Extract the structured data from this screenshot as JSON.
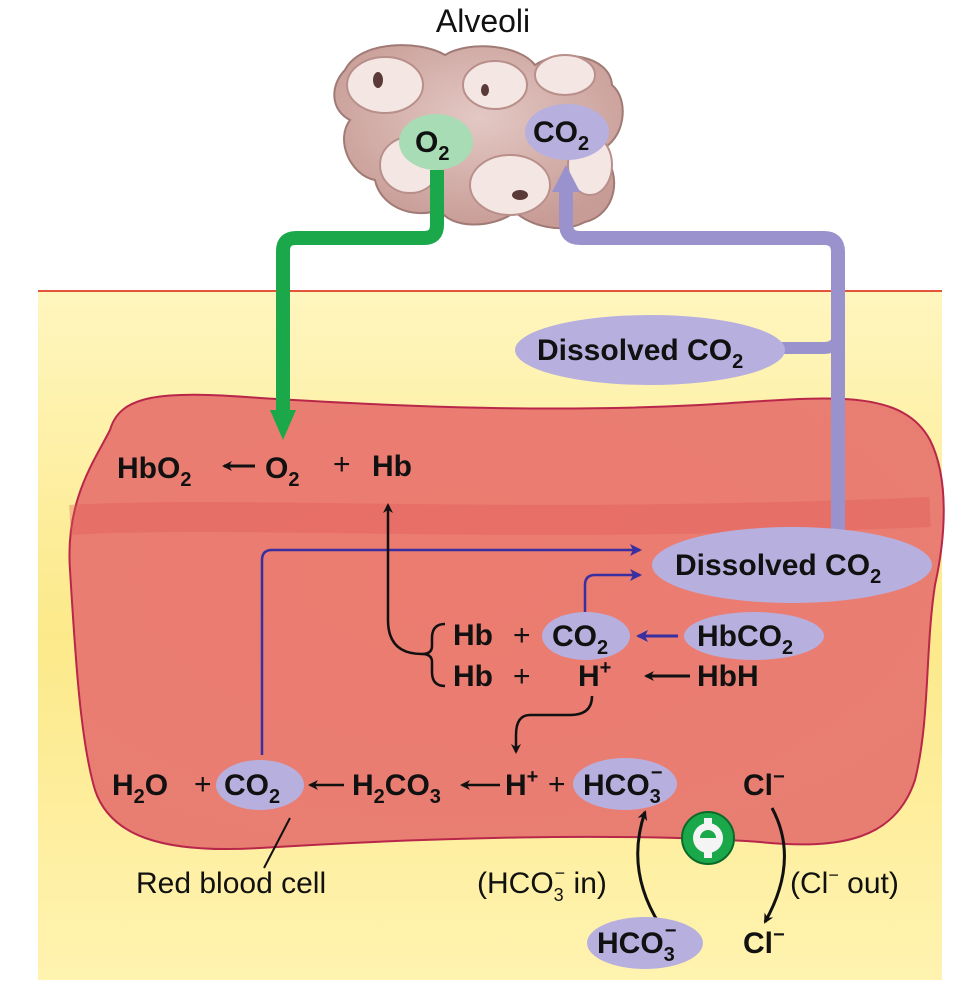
{
  "title": "Alveoli",
  "alveoli_labels": {
    "o2": "O",
    "o2_sub": "2",
    "co2": "CO",
    "co2_sub": "2"
  },
  "plasma": {
    "dissolved_co2": "Dissolved CO",
    "dissolved_co2_sub": "2"
  },
  "cell": {
    "hbo2": "HbO",
    "hbo2_sub": "2",
    "o2": "O",
    "o2_sub": "2",
    "plus": "+",
    "hb": "Hb",
    "dissolved_co2": "Dissolved CO",
    "dissolved_co2_sub": "2",
    "hb_co2_left": "Hb",
    "co2_mid": "CO",
    "co2_mid_sub": "2",
    "hbco2": "HbCO",
    "hbco2_sub": "2",
    "hb_h_left": "Hb",
    "h_plus": "H",
    "h_plus_sup": "+",
    "hbh": "HbH",
    "h2o": "H",
    "h2o_sub": "2",
    "h2o_tail": "O",
    "co2_bottom": "CO",
    "co2_bottom_sub": "2",
    "h2co3_a": "H",
    "h2co3_sub1": "2",
    "h2co3_b": "CO",
    "h2co3_sub2": "3",
    "h_plus2": "H",
    "h_plus2_sup": "+",
    "hco3": "HCO",
    "hco3_sub": "3",
    "hco3_sup": "−",
    "cl": "Cl",
    "cl_sup": "−"
  },
  "labels": {
    "red_blood_cell": "Red blood cell",
    "hco3_in_a": "(HCO",
    "hco3_in_sub": "3",
    "hco3_in_sup": "−",
    "hco3_in_b": " in)",
    "cl_out_a": "(Cl",
    "cl_out_sup": "−",
    "cl_out_b": " out)",
    "hco3_outside": "HCO",
    "hco3_outside_sub": "3",
    "hco3_outside_sup": "−",
    "cl_outside": "Cl",
    "cl_outside_sup": "−"
  },
  "colors": {
    "plasma": "#fce98a",
    "cell": "#e8736a",
    "green_arrow": "#1aa84a",
    "purple_arrow": "#9a92cc",
    "purple_bubble": "#b7b0de",
    "green_bubble": "#a8dcb4",
    "thin_blue": "#3a2fa0"
  }
}
